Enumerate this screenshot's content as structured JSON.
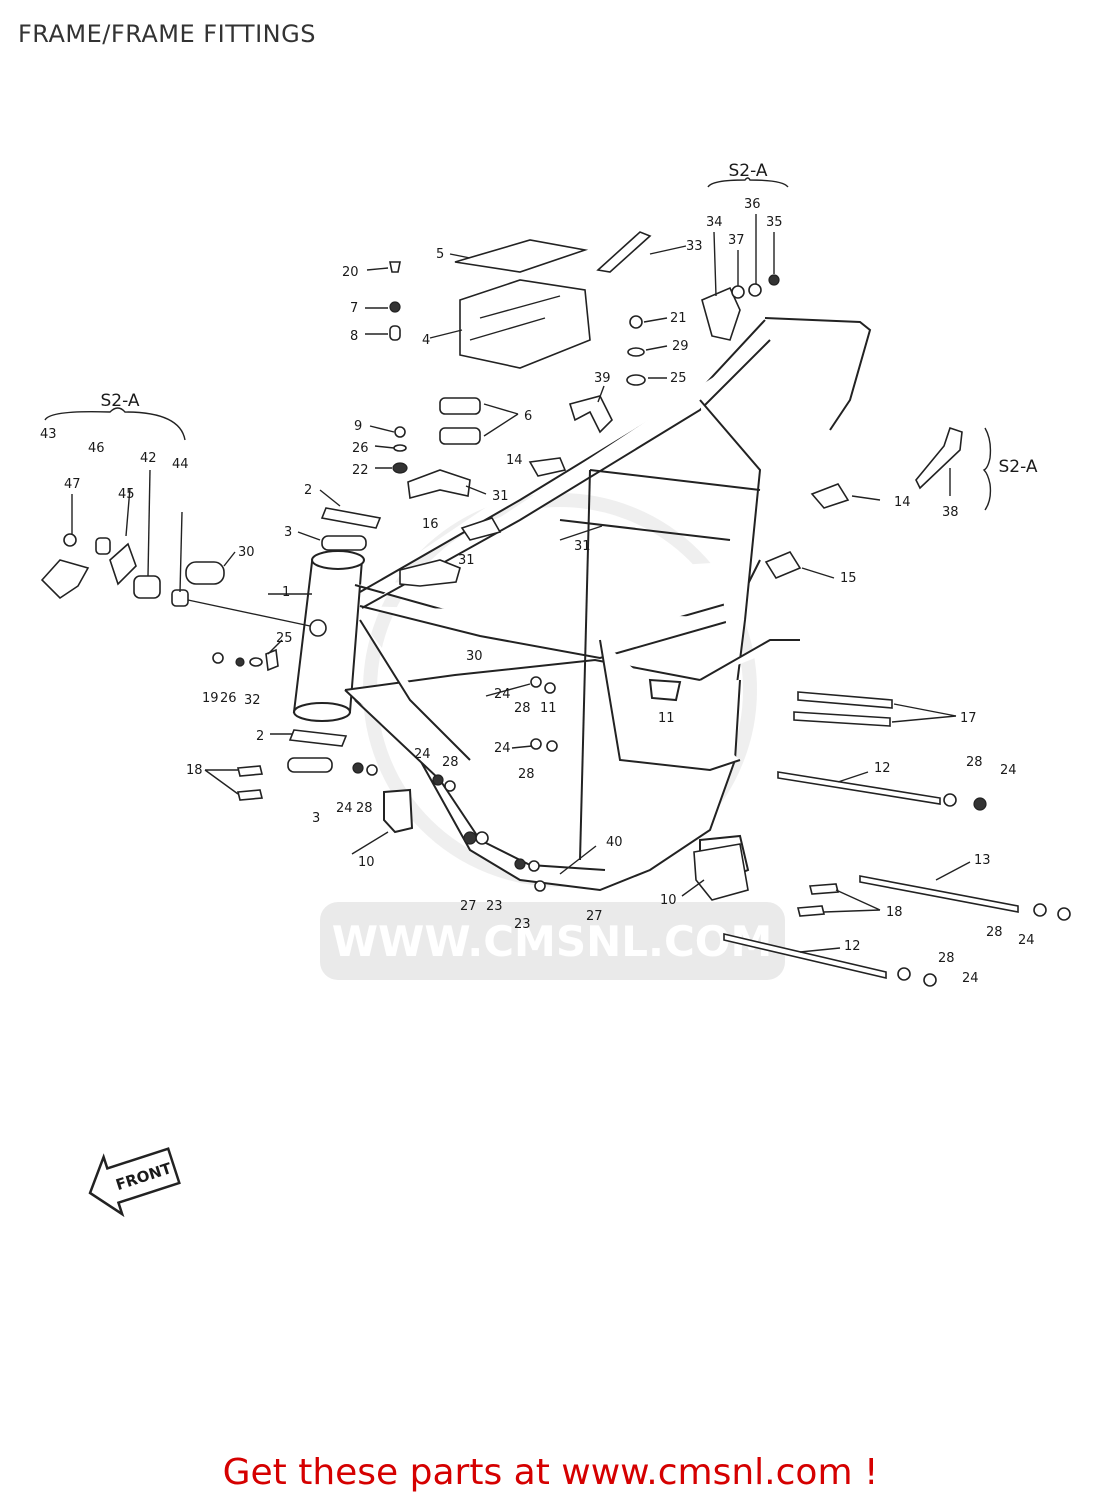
{
  "title": "FRAME/FRAME FITTINGS",
  "group_label": "S2-A",
  "watermark": "WWW.CMSNL.COM",
  "front_label": "FRONT",
  "cta": "Get these parts at www.cmsnl.com !",
  "colors": {
    "cta": "#d50000",
    "watermark": "#d9d9d9",
    "lines": "#222222"
  },
  "callouts": [
    "1",
    "2",
    "3",
    "4",
    "5",
    "6",
    "7",
    "8",
    "9",
    "10",
    "11",
    "12",
    "13",
    "14",
    "15",
    "16",
    "17",
    "18",
    "19",
    "20",
    "21",
    "22",
    "23",
    "24",
    "25",
    "26",
    "27",
    "28",
    "29",
    "30",
    "31",
    "32",
    "33",
    "34",
    "35",
    "36",
    "37",
    "38",
    "39",
    "40",
    "42",
    "43",
    "44",
    "45",
    "46",
    "47"
  ]
}
